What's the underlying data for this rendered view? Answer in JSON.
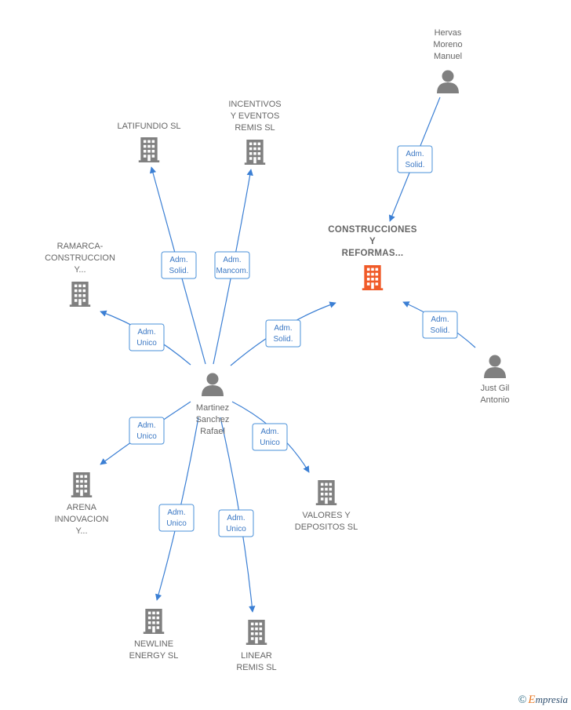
{
  "colors": {
    "edge": "#3b7fd4",
    "company": "#808080",
    "company_focus": "#f05a28",
    "person": "#808080",
    "text": "#666666"
  },
  "nodes": [
    {
      "id": "hervas",
      "type": "person",
      "label_lines": [
        "Hervas",
        "Moreno",
        "Manuel"
      ],
      "label_pos": "above"
    },
    {
      "id": "construcciones",
      "type": "company-focus",
      "label_lines": [
        "CONSTRUCCIONES",
        "Y",
        "REFORMAS..."
      ],
      "label_pos": "above",
      "bold": true
    },
    {
      "id": "justgil",
      "type": "person",
      "label_lines": [
        "Just Gil",
        "Antonio"
      ],
      "label_pos": "below"
    },
    {
      "id": "martinez",
      "type": "person",
      "label_lines": [
        "Martinez",
        "Sanchez",
        "Rafael"
      ],
      "label_pos": "below"
    },
    {
      "id": "latifundio",
      "type": "company",
      "label_lines": [
        "LATIFUNDIO SL"
      ],
      "label_pos": "above"
    },
    {
      "id": "incentivos",
      "type": "company",
      "label_lines": [
        "INCENTIVOS",
        "Y EVENTOS",
        "REMIS  SL"
      ],
      "label_pos": "above"
    },
    {
      "id": "ramarca",
      "type": "company",
      "label_lines": [
        "RAMARCA-",
        "CONSTRUCCION",
        "Y..."
      ],
      "label_pos": "above"
    },
    {
      "id": "arena",
      "type": "company",
      "label_lines": [
        "ARENA",
        "INNOVACION",
        "Y..."
      ],
      "label_pos": "below"
    },
    {
      "id": "valores",
      "type": "company",
      "label_lines": [
        "VALORES Y",
        "DEPOSITOS SL"
      ],
      "label_pos": "below"
    },
    {
      "id": "newline",
      "type": "company",
      "label_lines": [
        "NEWLINE",
        "ENERGY SL"
      ],
      "label_pos": "below"
    },
    {
      "id": "linear",
      "type": "company",
      "label_lines": [
        "LINEAR",
        "REMIS  SL"
      ],
      "label_pos": "below"
    }
  ],
  "edges": [
    {
      "id": "e-hervas-constr",
      "from": "hervas",
      "to": "construcciones",
      "label_lines": [
        "Adm.",
        "Solid."
      ]
    },
    {
      "id": "e-justgil-constr",
      "from": "justgil",
      "to": "construcciones",
      "label_lines": [
        "Adm.",
        "Solid."
      ]
    },
    {
      "id": "e-mart-constr",
      "from": "martinez",
      "to": "construcciones",
      "label_lines": [
        "Adm.",
        "Solid."
      ]
    },
    {
      "id": "e-mart-latif",
      "from": "martinez",
      "to": "latifundio",
      "label_lines": [
        "Adm.",
        "Solid."
      ]
    },
    {
      "id": "e-mart-incent",
      "from": "martinez",
      "to": "incentivos",
      "label_lines": [
        "Adm.",
        "Mancom."
      ]
    },
    {
      "id": "e-mart-ramarca",
      "from": "martinez",
      "to": "ramarca",
      "label_lines": [
        "Adm.",
        "Unico"
      ]
    },
    {
      "id": "e-mart-arena",
      "from": "martinez",
      "to": "arena",
      "label_lines": [
        "Adm.",
        "Unico"
      ]
    },
    {
      "id": "e-mart-valores",
      "from": "martinez",
      "to": "valores",
      "label_lines": [
        "Adm.",
        "Unico"
      ]
    },
    {
      "id": "e-mart-newline",
      "from": "martinez",
      "to": "newline",
      "label_lines": [
        "Adm.",
        "Unico"
      ]
    },
    {
      "id": "e-mart-linear",
      "from": "martinez",
      "to": "linear",
      "label_lines": [
        "Adm.",
        "Unico"
      ]
    }
  ],
  "watermark": {
    "copyright": "©",
    "brand_initial": "E",
    "brand_rest": "mpresia"
  }
}
